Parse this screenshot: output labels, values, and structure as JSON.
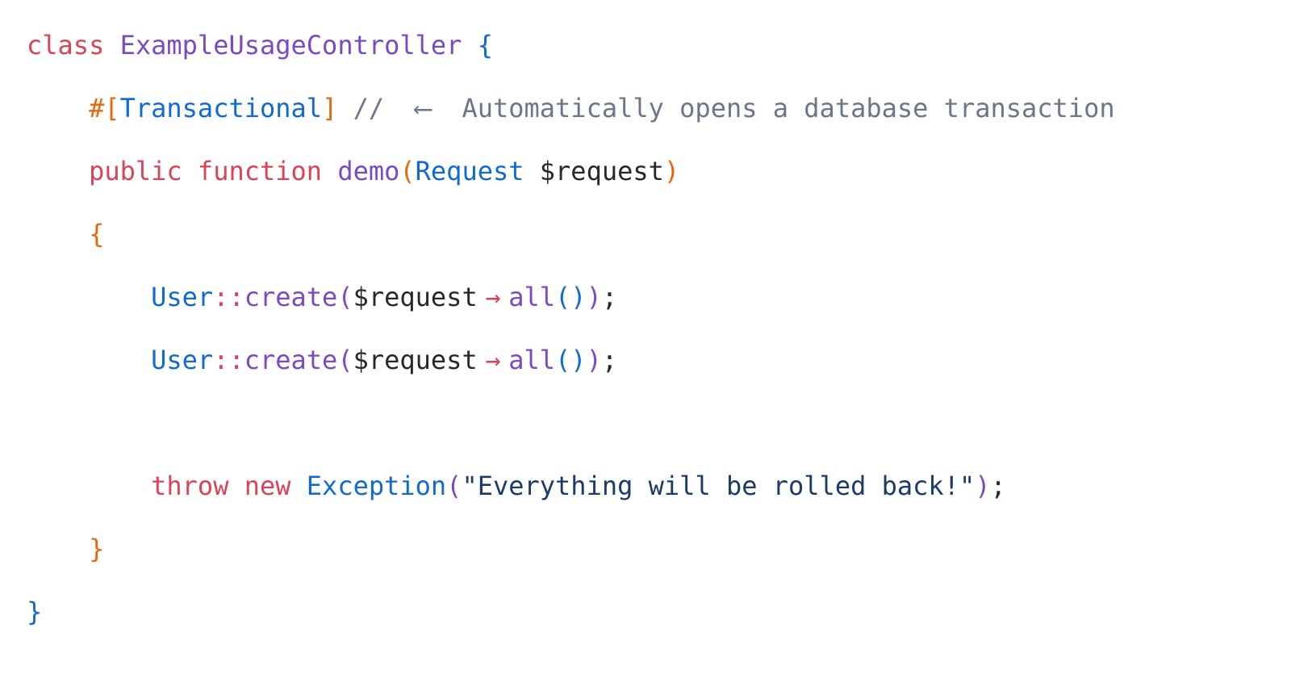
{
  "page": {
    "background": "#ffffff",
    "language": "php"
  },
  "colors": {
    "keyword": "#db4356",
    "operator": "#db4356",
    "name": "#7a4ac4",
    "type": "#0f6bd3",
    "string": "#1b3b69",
    "comment": "#6c7689",
    "plain": "#25292e",
    "bracket1": "#0f6bd3",
    "bracket2": "#e5690f",
    "bracket3": "#7a4ac4",
    "bracket4": "#0f6bd3"
  },
  "code": {
    "lines": [
      {
        "indent": 0,
        "tokens": [
          {
            "t": "class",
            "c": "keyword"
          },
          {
            "t": " ",
            "c": "plain"
          },
          {
            "t": "ExampleUsageController",
            "c": "name"
          },
          {
            "t": " ",
            "c": "plain"
          },
          {
            "t": "{",
            "c": "bracket1"
          }
        ]
      },
      {
        "indent": 4,
        "tokens": [
          {
            "t": "#[",
            "c": "bracket2"
          },
          {
            "t": "Transactional",
            "c": "type"
          },
          {
            "t": "]",
            "c": "bracket2"
          },
          {
            "t": " ",
            "c": "plain"
          },
          {
            "t": "// ",
            "c": "comment"
          },
          {
            "t": "⟵",
            "c": "comment"
          },
          {
            "t": " Automatically opens a database transaction",
            "c": "comment"
          }
        ]
      },
      {
        "indent": 4,
        "tokens": [
          {
            "t": "public",
            "c": "keyword"
          },
          {
            "t": " ",
            "c": "plain"
          },
          {
            "t": "function",
            "c": "keyword"
          },
          {
            "t": " ",
            "c": "plain"
          },
          {
            "t": "demo",
            "c": "name"
          },
          {
            "t": "(",
            "c": "bracket2"
          },
          {
            "t": "Request",
            "c": "type"
          },
          {
            "t": " ",
            "c": "plain"
          },
          {
            "t": "$request",
            "c": "plain"
          },
          {
            "t": ")",
            "c": "bracket2"
          }
        ]
      },
      {
        "indent": 4,
        "tokens": [
          {
            "t": "{",
            "c": "bracket2"
          }
        ]
      },
      {
        "indent": 8,
        "tokens": [
          {
            "t": "User",
            "c": "type"
          },
          {
            "t": "::",
            "c": "operator"
          },
          {
            "t": "create",
            "c": "name"
          },
          {
            "t": "(",
            "c": "bracket3"
          },
          {
            "t": "$request",
            "c": "plain"
          },
          {
            "t": "→",
            "c": "operator"
          },
          {
            "t": "all",
            "c": "name"
          },
          {
            "t": "(",
            "c": "bracket4"
          },
          {
            "t": ")",
            "c": "bracket4"
          },
          {
            "t": ")",
            "c": "bracket3"
          },
          {
            "t": ";",
            "c": "plain"
          }
        ]
      },
      {
        "indent": 8,
        "tokens": [
          {
            "t": "User",
            "c": "type"
          },
          {
            "t": "::",
            "c": "operator"
          },
          {
            "t": "create",
            "c": "name"
          },
          {
            "t": "(",
            "c": "bracket3"
          },
          {
            "t": "$request",
            "c": "plain"
          },
          {
            "t": "→",
            "c": "operator"
          },
          {
            "t": "all",
            "c": "name"
          },
          {
            "t": "(",
            "c": "bracket4"
          },
          {
            "t": ")",
            "c": "bracket4"
          },
          {
            "t": ")",
            "c": "bracket3"
          },
          {
            "t": ";",
            "c": "plain"
          }
        ]
      },
      {
        "indent": 0,
        "tokens": []
      },
      {
        "indent": 8,
        "tokens": [
          {
            "t": "throw",
            "c": "keyword"
          },
          {
            "t": " ",
            "c": "plain"
          },
          {
            "t": "new",
            "c": "keyword"
          },
          {
            "t": " ",
            "c": "plain"
          },
          {
            "t": "Exception",
            "c": "type"
          },
          {
            "t": "(",
            "c": "bracket3"
          },
          {
            "t": "\"Everything will be rolled back!\"",
            "c": "string"
          },
          {
            "t": ")",
            "c": "bracket3"
          },
          {
            "t": ";",
            "c": "plain"
          }
        ]
      },
      {
        "indent": 4,
        "tokens": [
          {
            "t": "}",
            "c": "bracket2"
          }
        ]
      },
      {
        "indent": 0,
        "tokens": [
          {
            "t": "}",
            "c": "bracket1"
          }
        ]
      }
    ]
  }
}
